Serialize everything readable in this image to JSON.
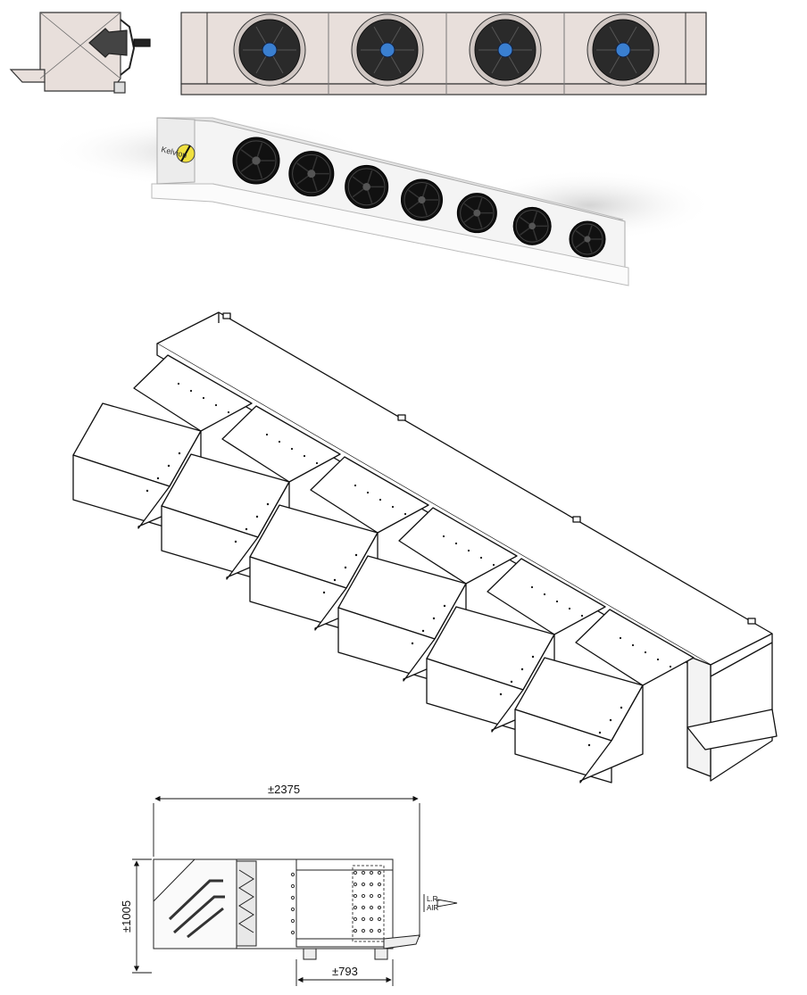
{
  "views": {
    "side_elevation": {
      "name": "side-view-drawing"
    },
    "front_elevation": {
      "name": "front-view-drawing",
      "fan_count": 4
    },
    "product_render": {
      "name": "product-render",
      "brand_label": "Kelvion",
      "fan_count": 7
    },
    "isometric": {
      "name": "isometric-drawing",
      "hood_count": 6
    },
    "section": {
      "name": "section-drawing"
    }
  },
  "dimensions": {
    "length": "±2375",
    "height": "±1005",
    "depth": "±793"
  },
  "airflow": {
    "line1": "L.R.",
    "line2": "AIR"
  },
  "colors": {
    "panel": "#e8dfdb",
    "stroke": "#333333",
    "fan_dark": "#2a2a2a",
    "hub_blue": "#3a7fd0",
    "render_body": "#f2f2f2"
  }
}
